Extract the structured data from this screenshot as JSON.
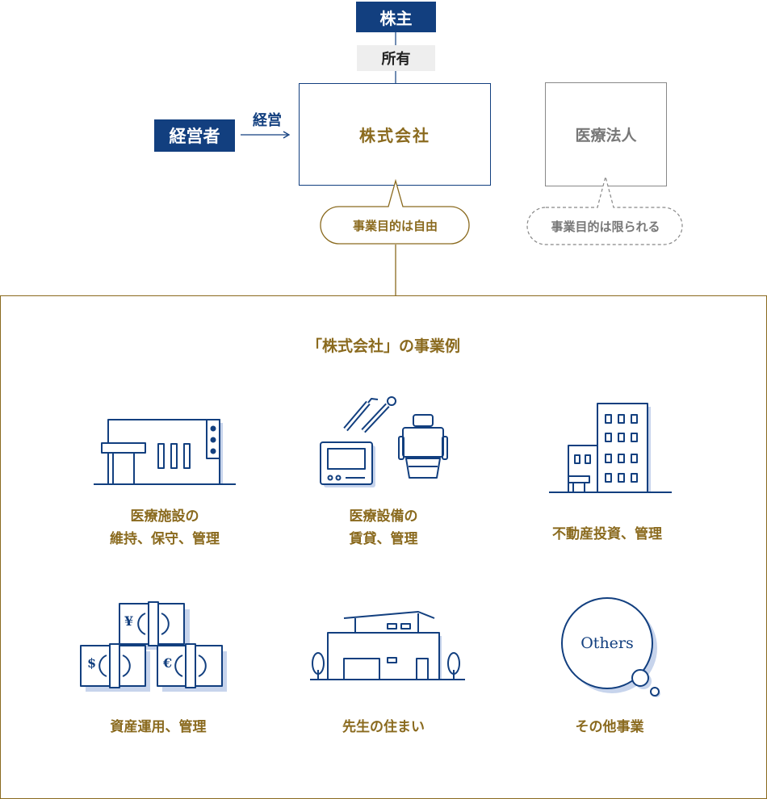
{
  "diagram": {
    "shareholder": "株主",
    "ownership": "所有",
    "manager": "経営者",
    "management": "経営",
    "company": "株式会社",
    "company_bubble": "事業目的は自由",
    "medical_corp": "医療法人",
    "medical_bubble": "事業目的は限られる"
  },
  "examples": {
    "title": "「株式会社」の事業例",
    "items": [
      {
        "icon": "medical-facility-icon",
        "lines": [
          "医療施設の",
          "維持、保守、管理"
        ]
      },
      {
        "icon": "dental-equipment-icon",
        "lines": [
          "医療設備の",
          "賃貸、管理"
        ]
      },
      {
        "icon": "office-building-icon",
        "lines": [
          "不動産投資、管理"
        ]
      },
      {
        "icon": "money-bundles-icon",
        "lines": [
          "資産運用、管理"
        ],
        "currency": [
          "¥",
          "$",
          "€"
        ]
      },
      {
        "icon": "house-icon",
        "lines": [
          "先生の住まい"
        ]
      },
      {
        "icon": "others-bubble-icon",
        "lines": [
          "その他事業"
        ],
        "bubble_text": "Others"
      }
    ]
  },
  "colors": {
    "navy": "#123f7f",
    "gold": "#8a6a1e",
    "gray": "#888888",
    "shadow": "#c7d4ec"
  }
}
